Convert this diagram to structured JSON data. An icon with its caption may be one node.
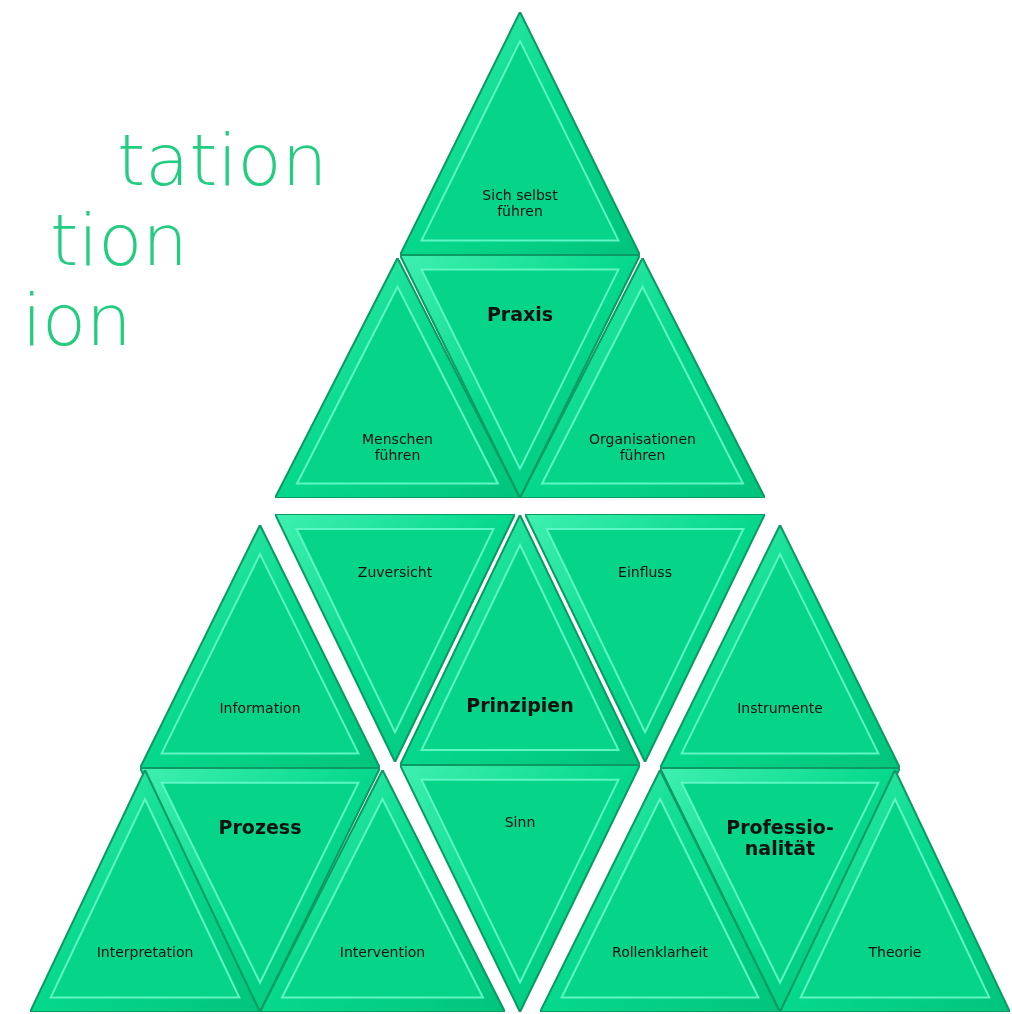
{
  "diagram": {
    "nodes": [
      {
        "text": [
          "Sich selbst führen"
        ]
      },
      {
        "text": [
          "Praxis"
        ]
      },
      {
        "text": [
          "Menschen führen"
        ]
      },
      {
        "text": [
          "Organisationen führen"
        ]
      },
      {
        "text": [
          "Zuversicht"
        ]
      },
      {
        "text": [
          "Prinzipien"
        ]
      },
      {
        "text": [
          "Einfluss"
        ]
      },
      {
        "text": [
          "Information"
        ]
      },
      {
        "text": [
          "Instrumente"
        ]
      },
      {
        "text": [
          "Prozess"
        ]
      },
      {
        "text": [
          "Sinn"
        ]
      },
      {
        "text": [
          "Professio- nalität"
        ]
      },
      {
        "text": [
          "Interpretation"
        ]
      },
      {
        "text": [
          "Intervention"
        ]
      },
      {
        "text": [
          "Rollenklarheit"
        ]
      },
      {
        "text": [
          "Theorie"
        ]
      }
    ],
    "edges": [],
    "labels": [
      "tation",
      "tion",
      "ion"
    ]
  }
}
